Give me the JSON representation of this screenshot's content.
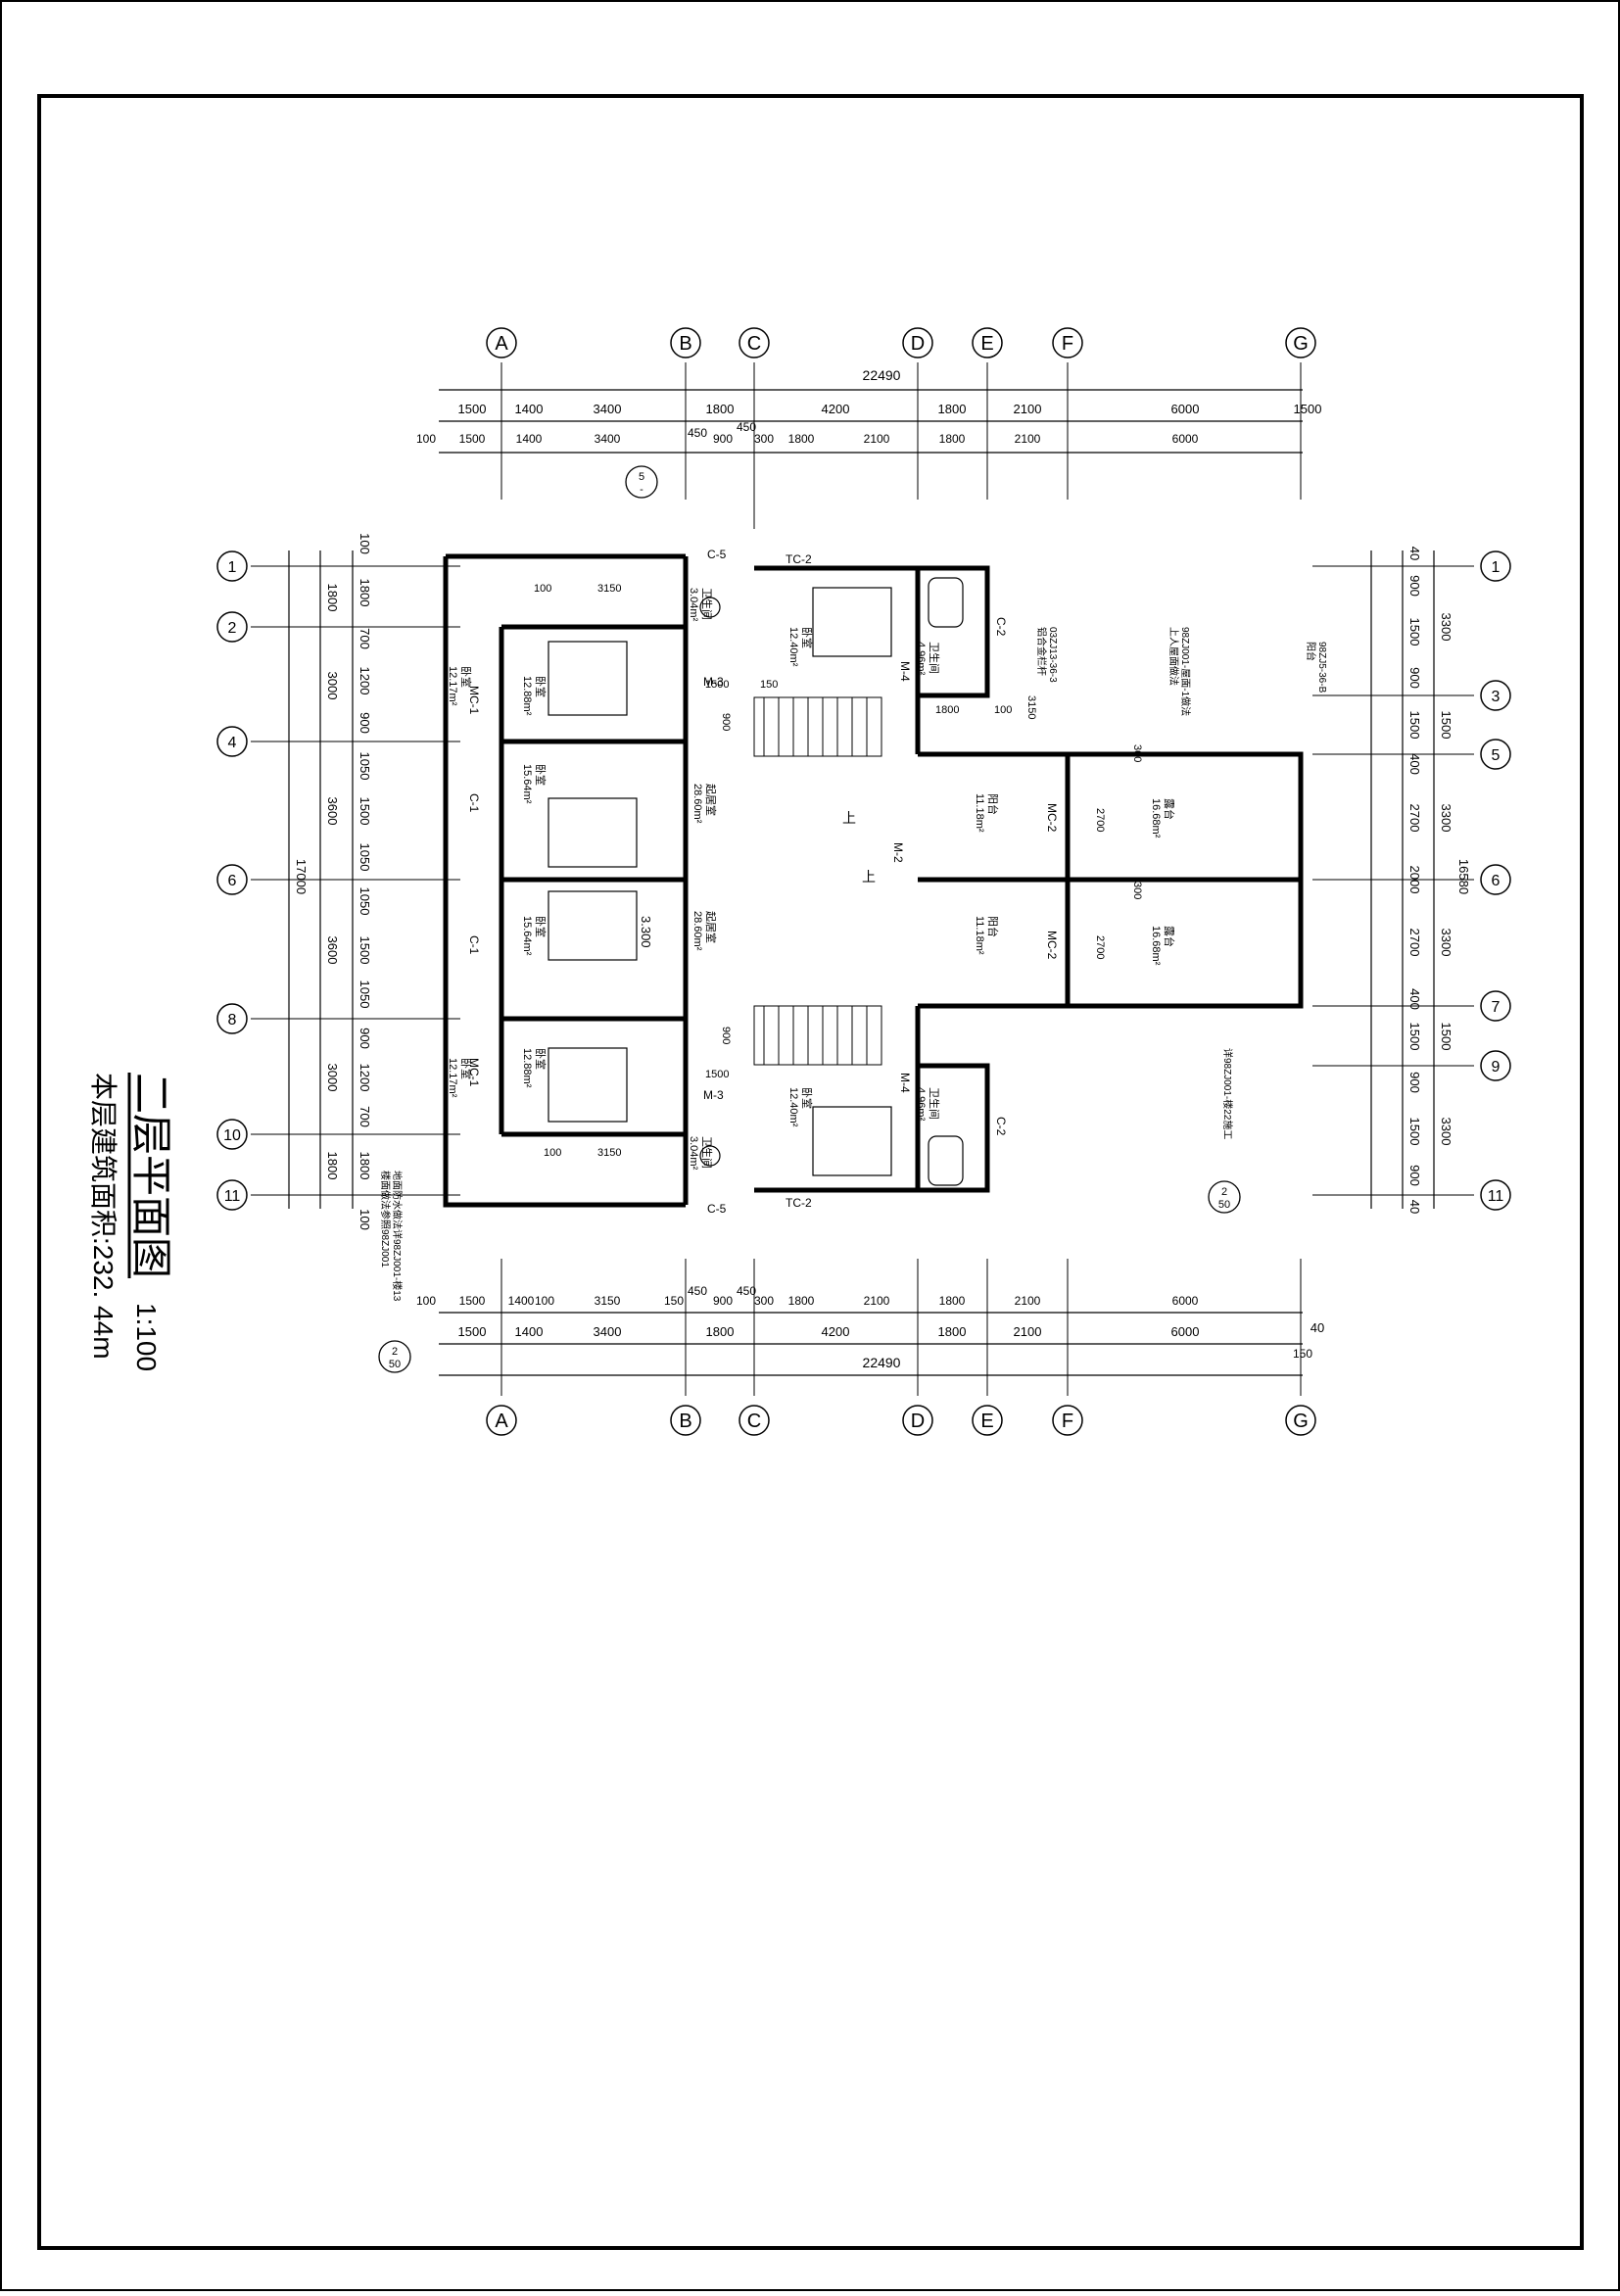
{
  "drawing": {
    "title": "二层平面图",
    "scale": "1:100",
    "area_note": "本层建筑面积:232. 44m"
  },
  "axes": {
    "columns": [
      "A",
      "B",
      "C",
      "D",
      "E",
      "F",
      "G"
    ],
    "rows_left": [
      "1",
      "2",
      "4",
      "6",
      "8",
      "10",
      "11"
    ],
    "rows_right": [
      "1",
      "3",
      "5",
      "6",
      "7",
      "9",
      "11"
    ]
  },
  "dimensions": {
    "top_total": "22490",
    "top_row1": [
      "1500",
      "1400",
      "3400",
      "1800",
      "4200",
      "1800",
      "2100",
      "6000",
      "1500"
    ],
    "top_row2": [
      "100",
      "1500",
      "1400",
      "3400",
      "450",
      "900",
      "450",
      "300",
      "1800",
      "2100",
      "1800",
      "2100",
      "6000"
    ],
    "bottom_row1": [
      "100",
      "1500",
      "1400",
      "100",
      "3150",
      "150",
      "450",
      "900",
      "450",
      "300",
      "1800",
      "2100",
      "1800",
      "2100",
      "6000"
    ],
    "bottom_row2": [
      "1500",
      "1400",
      "3400",
      "1800",
      "4200",
      "1800",
      "2100",
      "6000",
      "40"
    ],
    "bottom_total": "22490",
    "bottom_extra": "150",
    "left_total": "17000",
    "left_outer": [
      "1800",
      "3000",
      "3600",
      "3600",
      "3000",
      "1800"
    ],
    "left_inner": [
      "100",
      "1800",
      "700",
      "1200",
      "900",
      "1050",
      "1500",
      "1050",
      "1050",
      "1500",
      "1050",
      "900",
      "1200",
      "700",
      "1800",
      "100"
    ],
    "right_total": "16580",
    "right_outer": [
      "3300",
      "1500",
      "3300",
      "3300",
      "1500",
      "3300"
    ],
    "right_inner": [
      "40",
      "900",
      "1500",
      "900",
      "1500",
      "400",
      "2700",
      "2000",
      "2700",
      "400",
      "1500",
      "900",
      "1500",
      "900",
      "40"
    ]
  },
  "rooms": [
    {
      "name": "卧室",
      "area": "12.17m²"
    },
    {
      "name": "卧室",
      "area": "12.88m²"
    },
    {
      "name": "卧室",
      "area": "15.64m²"
    },
    {
      "name": "卧室",
      "area": "15.64m²"
    },
    {
      "name": "卧室",
      "area": "12.88m²"
    },
    {
      "name": "卧室",
      "area": "12.17m²"
    },
    {
      "name": "卧室",
      "area": "12.40m²"
    },
    {
      "name": "卧室",
      "area": "12.40m²"
    },
    {
      "name": "卫生间",
      "area": "3.04m²"
    },
    {
      "name": "卫生间",
      "area": "3.04m²"
    },
    {
      "name": "卫生间",
      "area": "4.96m²"
    },
    {
      "name": "卫生间",
      "area": "4.96m²"
    },
    {
      "name": "起居室",
      "area": "28.60m²"
    },
    {
      "name": "起居室",
      "area": "28.60m²"
    },
    {
      "name": "阳台",
      "area": "11.18m²"
    },
    {
      "name": "阳台",
      "area": "11.18m²"
    },
    {
      "name": "露台",
      "area": "16.68m²"
    },
    {
      "name": "露台",
      "area": "16.68m²"
    }
  ],
  "openings": [
    "C-5",
    "TC-2",
    "C-2",
    "M-3",
    "M-4",
    "MC-1",
    "C-1",
    "M-2",
    "MC-2",
    "C-5",
    "TC-2",
    "C-2",
    "M-3",
    "M-4",
    "MC-1",
    "C-1",
    "MC-2"
  ],
  "stair_labels": [
    "上",
    "上"
  ],
  "level": "3.300",
  "callouts": [
    {
      "number": "5",
      "sheet": "-"
    },
    {
      "number": "2",
      "sheet": "50"
    },
    {
      "number": "2",
      "sheet": "50"
    }
  ],
  "notes": [
    "铝合金栏杆",
    "03ZJ13-36-3",
    "上人屋面做法",
    "98ZJ001-屋面-1做法",
    "阳台",
    "98ZJ5-36-B",
    "详98ZJ001-楼22施工",
    "楼面做法参照98ZJ001",
    "地面防水做法详98ZJ001-楼13"
  ],
  "misc_dims": [
    "3150",
    "3150",
    "1500",
    "1500",
    "900",
    "900",
    "300",
    "300",
    "2700",
    "2700",
    "100",
    "100",
    "150",
    "1800",
    "100",
    "3150"
  ]
}
